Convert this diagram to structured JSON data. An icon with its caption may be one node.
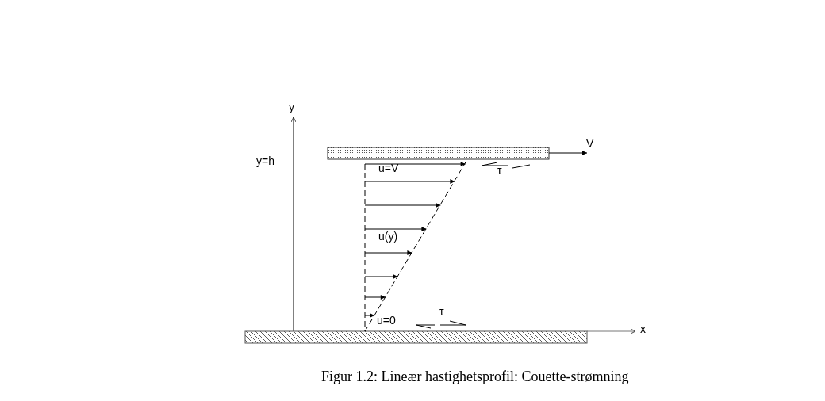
{
  "diagram": {
    "caption": "Figur 1.2: Lineær hastighetsprofil: Couette-strømning",
    "labels": [
      "y",
      "y=h",
      "V",
      "u=V",
      "τ",
      "u(y)",
      "u=0",
      "τ",
      "x"
    ]
  }
}
